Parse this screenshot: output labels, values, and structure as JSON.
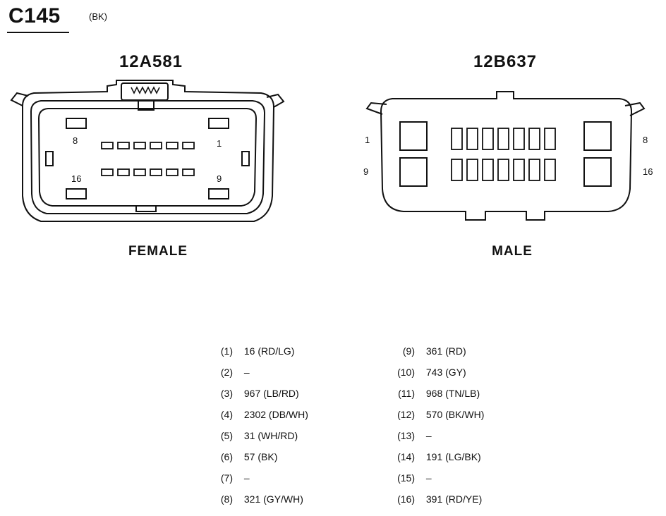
{
  "header": {
    "connector_id": "C145",
    "color_code": "(BK)"
  },
  "female": {
    "part_number": "12A581",
    "label": "FEMALE",
    "pin_labels": {
      "p8": "8",
      "p1": "1",
      "p16": "16",
      "p9": "9"
    }
  },
  "male": {
    "part_number": "12B637",
    "label": "MALE",
    "pin_labels": {
      "p1": "1",
      "p9": "9",
      "p8": "8",
      "p16": "16"
    }
  },
  "pinout": {
    "left": [
      {
        "pin": "(1)",
        "circuit": "16 (RD/LG)"
      },
      {
        "pin": "(2)",
        "circuit": "–"
      },
      {
        "pin": "(3)",
        "circuit": "967 (LB/RD)"
      },
      {
        "pin": "(4)",
        "circuit": "2302 (DB/WH)"
      },
      {
        "pin": "(5)",
        "circuit": "31 (WH/RD)"
      },
      {
        "pin": "(6)",
        "circuit": "57 (BK)"
      },
      {
        "pin": "(7)",
        "circuit": "–"
      },
      {
        "pin": "(8)",
        "circuit": "321 (GY/WH)"
      }
    ],
    "right": [
      {
        "pin": "(9)",
        "circuit": "361 (RD)"
      },
      {
        "pin": "(10)",
        "circuit": "743 (GY)"
      },
      {
        "pin": "(11)",
        "circuit": "968 (TN/LB)"
      },
      {
        "pin": "(12)",
        "circuit": "570 (BK/WH)"
      },
      {
        "pin": "(13)",
        "circuit": "–"
      },
      {
        "pin": "(14)",
        "circuit": "191 (LG/BK)"
      },
      {
        "pin": "(15)",
        "circuit": "–"
      },
      {
        "pin": "(16)",
        "circuit": "391 (RD/YE)"
      }
    ]
  }
}
